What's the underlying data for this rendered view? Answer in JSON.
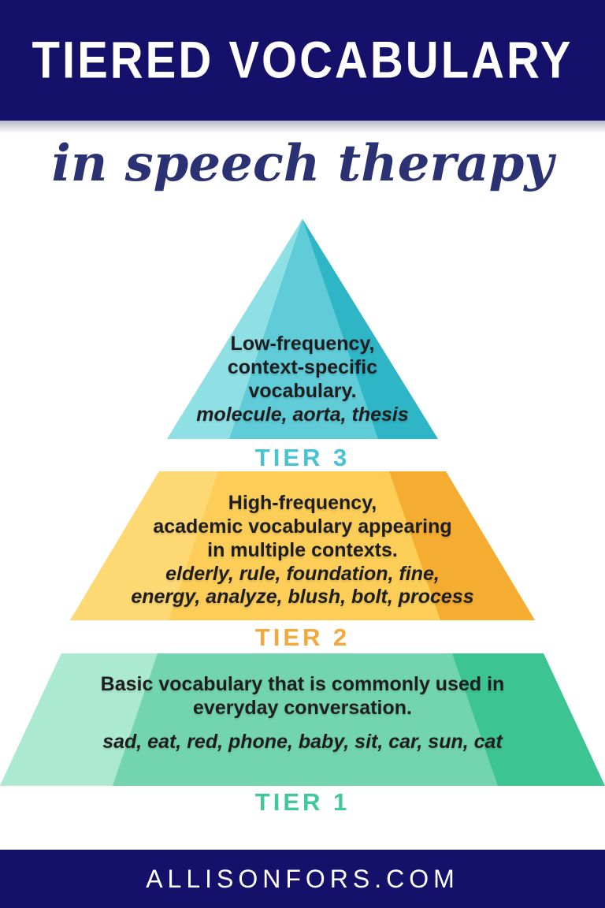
{
  "header": {
    "title": "TIERED VOCABULARY",
    "subtitle": "in speech therapy"
  },
  "colors": {
    "banner_bg": "#15106a",
    "subtitle_text": "#2b3273",
    "body_text": "#1e1e20",
    "footer_bg": "#15106a",
    "footer_text": "#ffffff"
  },
  "pyramid": {
    "tiers": [
      {
        "name": "TIER 3",
        "description": "Low-frequency,\ncontext-specific\nvocabulary.",
        "examples": "molecule, aorta, thesis",
        "label_color": "#49c3d3",
        "faces": {
          "left": "#8fe0e5",
          "center": "#5fccd7",
          "right": "#2eb5c6"
        }
      },
      {
        "name": "TIER 2",
        "description": "High-frequency,\nacademic vocabulary appearing\nin multiple contexts.",
        "examples": "elderly, rule, foundation, fine,\nenergy, analyze, blush, bolt, process",
        "label_color": "#f1a83c",
        "faces": {
          "left": "#fed873",
          "center": "#fcce58",
          "right": "#f4ad31"
        }
      },
      {
        "name": "TIER 1",
        "description": "Basic vocabulary that is commonly used in\neveryday conversation.",
        "examples": "sad, eat, red, phone, baby, sit, car, sun, cat",
        "label_color": "#40c79b",
        "faces": {
          "left": "#abe9d1",
          "center": "#73d5af",
          "right": "#3dc493"
        }
      }
    ]
  },
  "footer": {
    "website": "ALLISONFORS.COM"
  }
}
